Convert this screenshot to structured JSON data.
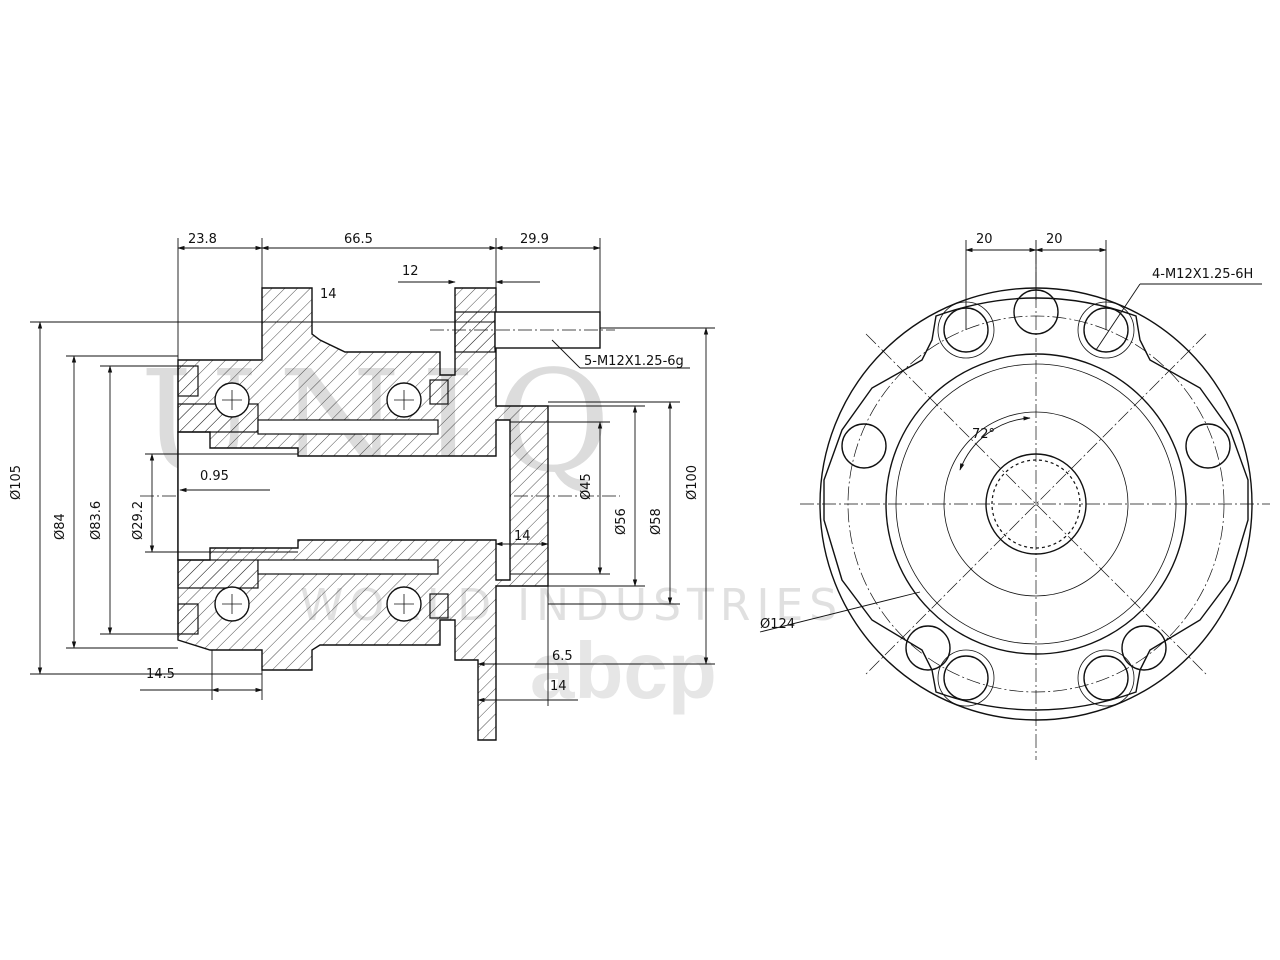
{
  "watermark": {
    "brand": "UNIQ",
    "tagline": "WORLD INDUSTRIES",
    "marketplace": "abcp"
  },
  "side_view": {
    "dims": {
      "d_23_8": "23.8",
      "d_66_5": "66.5",
      "d_29_9": "29.9",
      "d_12": "12",
      "d_14_top": "14",
      "thread_studs": "5-M12X1.25-6g",
      "d_0_95": "0.95",
      "dia_105": "Ø105",
      "dia_84": "Ø84",
      "dia_83_6": "Ø83.6",
      "dia_29_2": "Ø29.2",
      "dia_45": "Ø45",
      "dia_56": "Ø56",
      "dia_58": "Ø58",
      "dia_100": "Ø100",
      "d_14_mid": "14",
      "d_14_5": "14.5",
      "d_6_5": "6.5",
      "d_14_bottom": "14"
    }
  },
  "front_view": {
    "dims": {
      "d_20_left": "20",
      "d_20_right": "20",
      "thread_holes": "4-M12X1.25-6H",
      "angle_72": "72°",
      "dia_124": "Ø124"
    }
  }
}
